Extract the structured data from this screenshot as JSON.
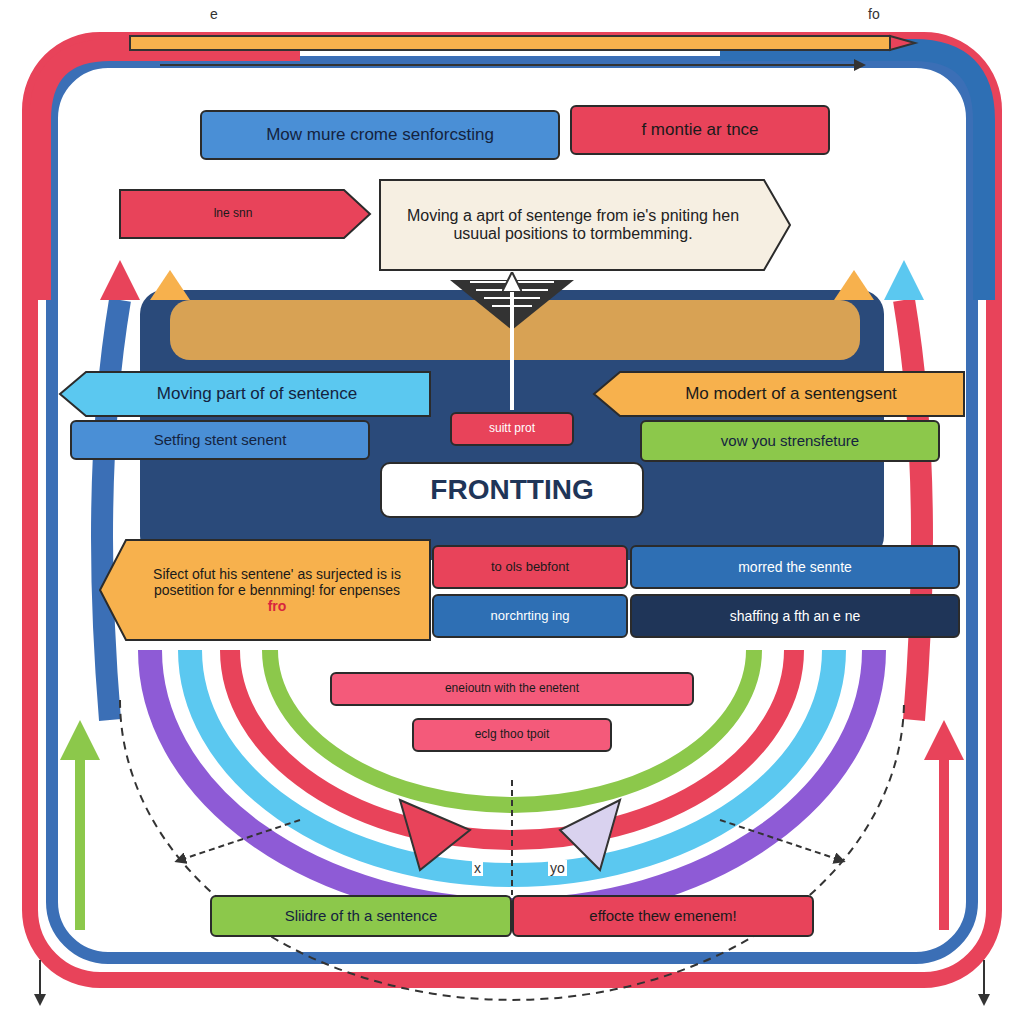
{
  "diagram": {
    "nodes": [
      {
        "text": [
          "Mow mure crome senforcsting"
        ]
      },
      {
        "text": [
          "f montie ar tnce"
        ]
      },
      {
        "text": [
          "lne snn"
        ]
      },
      {
        "text": [
          "Moving a aprt of sentenge from ie's pniting hen usuual positions to tormbemming."
        ]
      },
      {
        "text": [
          "Moving part of of sentence"
        ]
      },
      {
        "text": [
          "Setfing stent senent"
        ]
      },
      {
        "text": [
          "suitt prot"
        ]
      },
      {
        "text": [
          "Mo modert of a sentengsent"
        ]
      },
      {
        "text": [
          "vow you strensfeture"
        ]
      },
      {
        "text": [
          "FRONTTING"
        ]
      },
      {
        "text": [
          "Sifect ofut his sentene' as surjected is is posetition for e bennming! for enpenses",
          "fro"
        ]
      },
      {
        "text": [
          "to ols bebfont"
        ]
      },
      {
        "text": [
          "norchrting ing"
        ]
      },
      {
        "text": [
          "morred the sennte"
        ]
      },
      {
        "text": [
          "shaffing a fth an e ne"
        ]
      },
      {
        "text": [
          "eneioutn with the enetent"
        ]
      },
      {
        "text": [
          "eclg thoo tpoit"
        ]
      },
      {
        "text": [
          "Sliidre of th a sentence"
        ]
      },
      {
        "text": [
          "effocte thew emenem!"
        ]
      }
    ],
    "edges": [
      {
        "from": 6,
        "to": 3,
        "arrow": "to"
      }
    ],
    "labels": [
      "e",
      "fo",
      "x",
      "yo"
    ]
  }
}
